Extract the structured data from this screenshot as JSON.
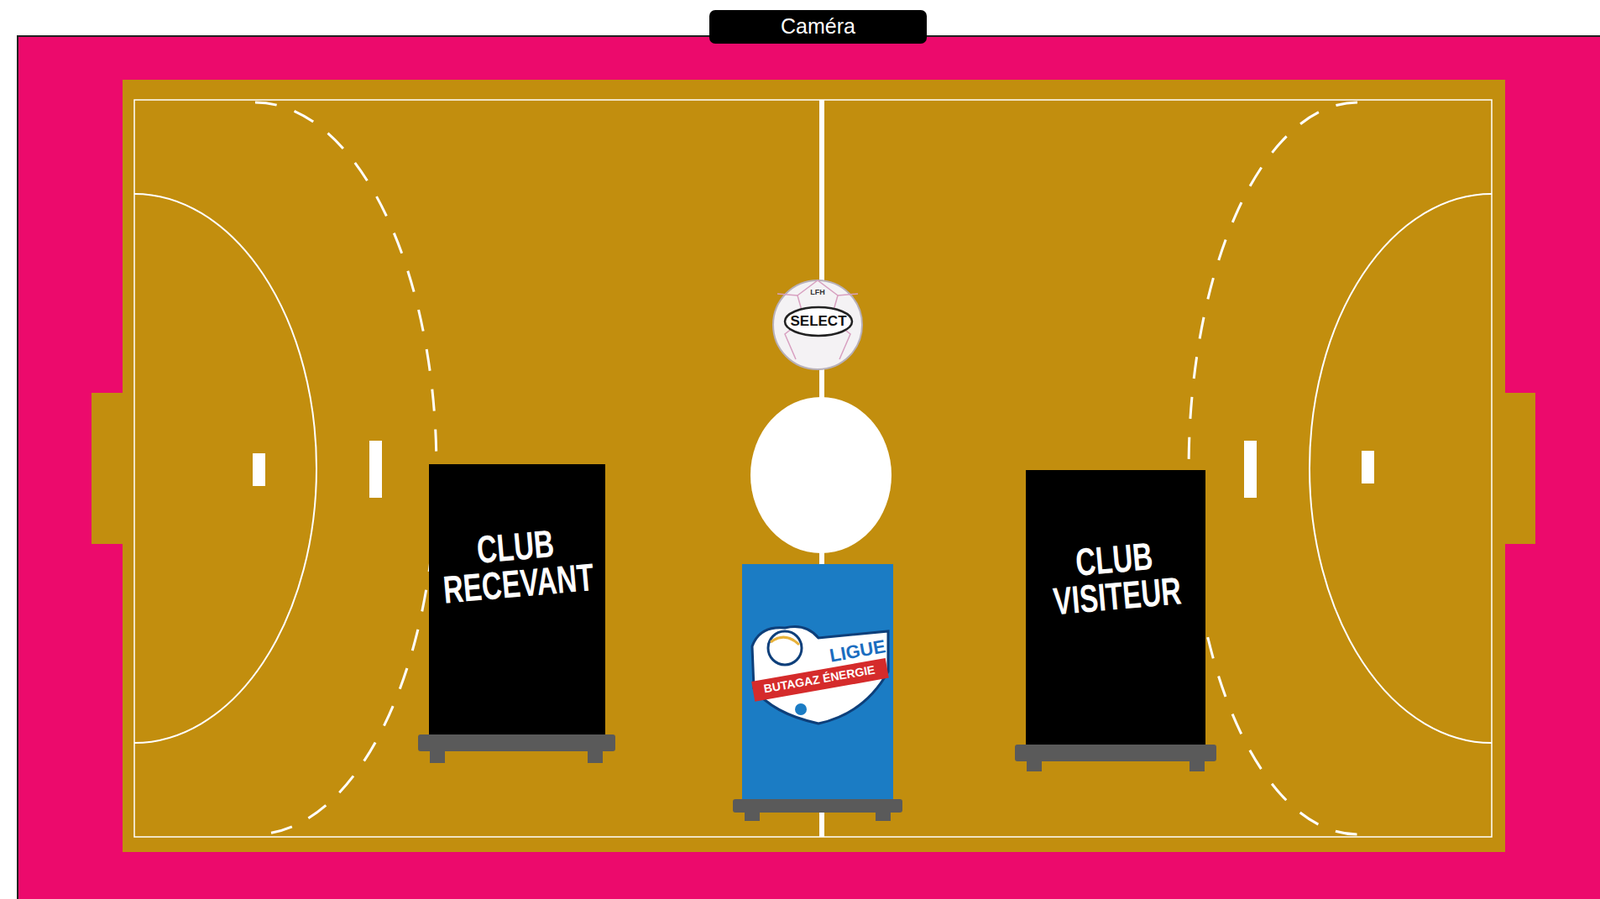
{
  "diagram": {
    "nodes": [
      {
        "text": [
          "Caméra"
        ]
      },
      {
        "text": [
          "CLUB RECEVANT"
        ]
      },
      {
        "text": [
          "LIGUE",
          "BUTAGAZ ÉNERGIE"
        ]
      },
      {
        "text": [
          "CLUB VISITEUR"
        ]
      }
    ],
    "labels": [
      "LFH",
      "SELECT"
    ]
  }
}
